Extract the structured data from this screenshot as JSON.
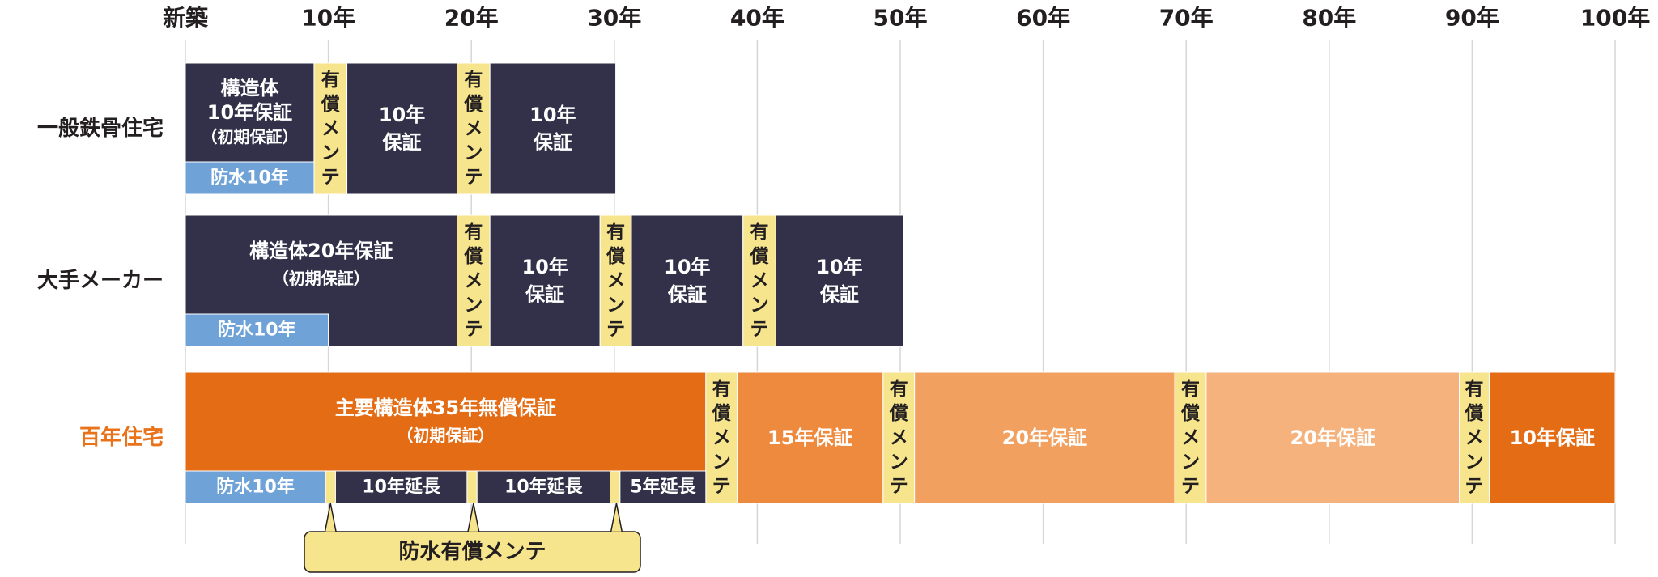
{
  "colors": {
    "navy": "#323149",
    "yellow": "#f6e58d",
    "blue": "#6fa3d8",
    "orange_dark": "#e46c14",
    "orange_mid": "#ee8a3e",
    "orange_light": "#f2a05f",
    "orange_pale": "#f5b27d",
    "highlight_text": "#e8731a",
    "grid": "#d6d6d6",
    "text_dark": "#231f20",
    "text_white": "#ffffff"
  },
  "chart_data": {
    "type": "bar",
    "x_axis": {
      "min": 0,
      "max": 100,
      "ticks": [
        {
          "value": 0,
          "label": "新築"
        },
        {
          "value": 10,
          "label": "10年"
        },
        {
          "value": 20,
          "label": "20年"
        },
        {
          "value": 30,
          "label": "30年"
        },
        {
          "value": 40,
          "label": "40年"
        },
        {
          "value": 50,
          "label": "50年"
        },
        {
          "value": 60,
          "label": "60年"
        },
        {
          "value": 70,
          "label": "70年"
        },
        {
          "value": 80,
          "label": "80年"
        },
        {
          "value": 90,
          "label": "90年"
        },
        {
          "value": 100,
          "label": "100年"
        }
      ],
      "grid": true
    },
    "rows": [
      {
        "label": "一般鉄骨住宅",
        "highlight": false,
        "segments": [
          {
            "start": 0,
            "end": 9,
            "color": "navy",
            "lines": [
              "構造体",
              "10年保証",
              "（初期保証）"
            ]
          },
          {
            "start": 9,
            "end": 11.3,
            "color": "yellow",
            "vertical": "有償メンテ"
          },
          {
            "start": 11.3,
            "end": 19,
            "color": "navy",
            "lines": [
              "10年",
              "保証"
            ]
          },
          {
            "start": 19,
            "end": 21.3,
            "color": "yellow",
            "vertical": "有償メンテ"
          },
          {
            "start": 21.3,
            "end": 30.1,
            "color": "navy",
            "lines": [
              "10年",
              "保証"
            ]
          }
        ],
        "subsegments": [
          {
            "start": 0,
            "end": 9,
            "color": "blue",
            "label": "防水10年"
          }
        ]
      },
      {
        "label": "大手メーカー",
        "highlight": false,
        "segments": [
          {
            "start": 0,
            "end": 19,
            "color": "navy",
            "lines": [
              "構造体20年保証",
              "（初期保証）"
            ]
          },
          {
            "start": 19,
            "end": 21.3,
            "color": "yellow",
            "vertical": "有償メンテ"
          },
          {
            "start": 21.3,
            "end": 29,
            "color": "navy",
            "lines": [
              "10年",
              "保証"
            ]
          },
          {
            "start": 29,
            "end": 31.2,
            "color": "yellow",
            "vertical": "有償メンテ"
          },
          {
            "start": 31.2,
            "end": 39,
            "color": "navy",
            "lines": [
              "10年",
              "保証"
            ]
          },
          {
            "start": 39,
            "end": 41.3,
            "color": "yellow",
            "vertical": "有償メンテ"
          },
          {
            "start": 41.3,
            "end": 50.2,
            "color": "navy",
            "lines": [
              "10年",
              "保証"
            ]
          }
        ],
        "subsegments": [
          {
            "start": 0,
            "end": 10,
            "color": "blue",
            "label": "防水10年"
          }
        ]
      },
      {
        "label": "百年住宅",
        "highlight": true,
        "segments": [
          {
            "start": 0,
            "end": 36.4,
            "color": "orange_dark",
            "lines": [
              "主要構造体35年無償保証",
              "（初期保証）"
            ]
          },
          {
            "start": 36.4,
            "end": 38.6,
            "color": "yellow",
            "vertical": "有償メンテ"
          },
          {
            "start": 38.6,
            "end": 48.8,
            "color": "orange_mid",
            "lines": [
              "15年保証"
            ]
          },
          {
            "start": 48.8,
            "end": 51,
            "color": "yellow",
            "vertical": "有償メンテ"
          },
          {
            "start": 51,
            "end": 69.2,
            "color": "orange_light",
            "lines": [
              "20年保証"
            ]
          },
          {
            "start": 69.2,
            "end": 71.4,
            "color": "yellow",
            "vertical": "有償メンテ"
          },
          {
            "start": 71.4,
            "end": 89.1,
            "color": "orange_pale",
            "lines": [
              "20年保証"
            ]
          },
          {
            "start": 89.1,
            "end": 91.2,
            "color": "yellow",
            "vertical": "有償メンテ"
          },
          {
            "start": 91.2,
            "end": 100,
            "color": "orange_dark",
            "lines": [
              "10年保証"
            ]
          }
        ],
        "subsegments": [
          {
            "start": 0,
            "end": 9.8,
            "color": "blue",
            "label": "防水10年"
          },
          {
            "start": 9.8,
            "end": 10.5,
            "color": "yellow",
            "label": ""
          },
          {
            "start": 10.5,
            "end": 19.7,
            "color": "navy",
            "label": "10年延長"
          },
          {
            "start": 19.7,
            "end": 20.4,
            "color": "yellow",
            "label": ""
          },
          {
            "start": 20.4,
            "end": 29.7,
            "color": "navy",
            "label": "10年延長"
          },
          {
            "start": 29.7,
            "end": 30.4,
            "color": "yellow",
            "label": ""
          },
          {
            "start": 30.4,
            "end": 36.4,
            "color": "navy",
            "label": "5年延長"
          }
        ]
      }
    ],
    "callout": {
      "label": "防水有償メンテ",
      "pointers": [
        10,
        20,
        30
      ]
    }
  }
}
